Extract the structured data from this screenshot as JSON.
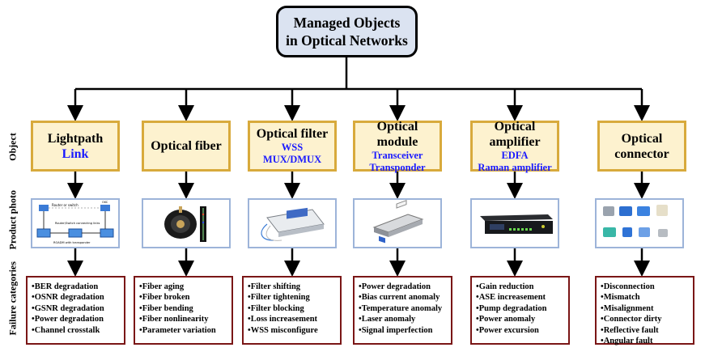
{
  "root": {
    "line1": "Managed Objects",
    "line2": "in Optical Networks"
  },
  "row_labels": {
    "object": "Object",
    "photo": "Product photo",
    "failure": "Failure categories"
  },
  "objects": [
    {
      "title": "Lightpath",
      "subtitle": "",
      "blue_title": "Link",
      "failures": [
        "BER degradation",
        "OSNR degradation",
        "GSNR degradation",
        "Power degradation",
        "Channel crosstalk"
      ]
    },
    {
      "title": "Optical fiber",
      "subtitle": "",
      "blue_title": "",
      "failures": [
        "Fiber aging",
        "Fiber broken",
        "Fiber bending",
        "Fiber nonlinearity",
        "Parameter variation"
      ]
    },
    {
      "title": "Optical filter",
      "subtitle": "WSS\nMUX/DMUX",
      "blue_title": "",
      "failures": [
        "Filter shifting",
        "Filter tightening",
        "Filter blocking",
        "Loss increasement",
        "WSS misconfigure"
      ]
    },
    {
      "title": "Optical module",
      "subtitle": "Transceiver\nTransponder",
      "blue_title": "",
      "failures": [
        "Power degradation",
        "Bias current anomaly",
        "Temperature anomaly",
        "Laser anomaly",
        "Signal imperfection"
      ]
    },
    {
      "title": "Optical amplifier",
      "subtitle": "EDFA\nRaman amplifier",
      "blue_title": "",
      "failures": [
        "Gain reduction",
        "ASE increasement",
        "Pump degradation",
        "Power anomaly",
        "Power excursion"
      ]
    },
    {
      "title": "Optical\nconnector",
      "subtitle": "",
      "blue_title": "",
      "failures": [
        "Disconnection",
        "Mismatch",
        "Misalignment",
        "Connector dirty",
        "Reflective fault",
        "Angular fault"
      ]
    }
  ],
  "photo_labels": {
    "router_a": "Router or switch",
    "link_label": "Router/Switch connecting links",
    "roadm_label": "ROADM with transponder",
    "router_b": "OXC"
  },
  "colors": {
    "root_fill": "#dbe3f1",
    "object_fill": "#fdf2cf",
    "object_border": "#d8aa3c",
    "photo_border": "#9db4d9",
    "failure_border": "#7a1616",
    "subtitle_blue": "#1a1aff"
  }
}
